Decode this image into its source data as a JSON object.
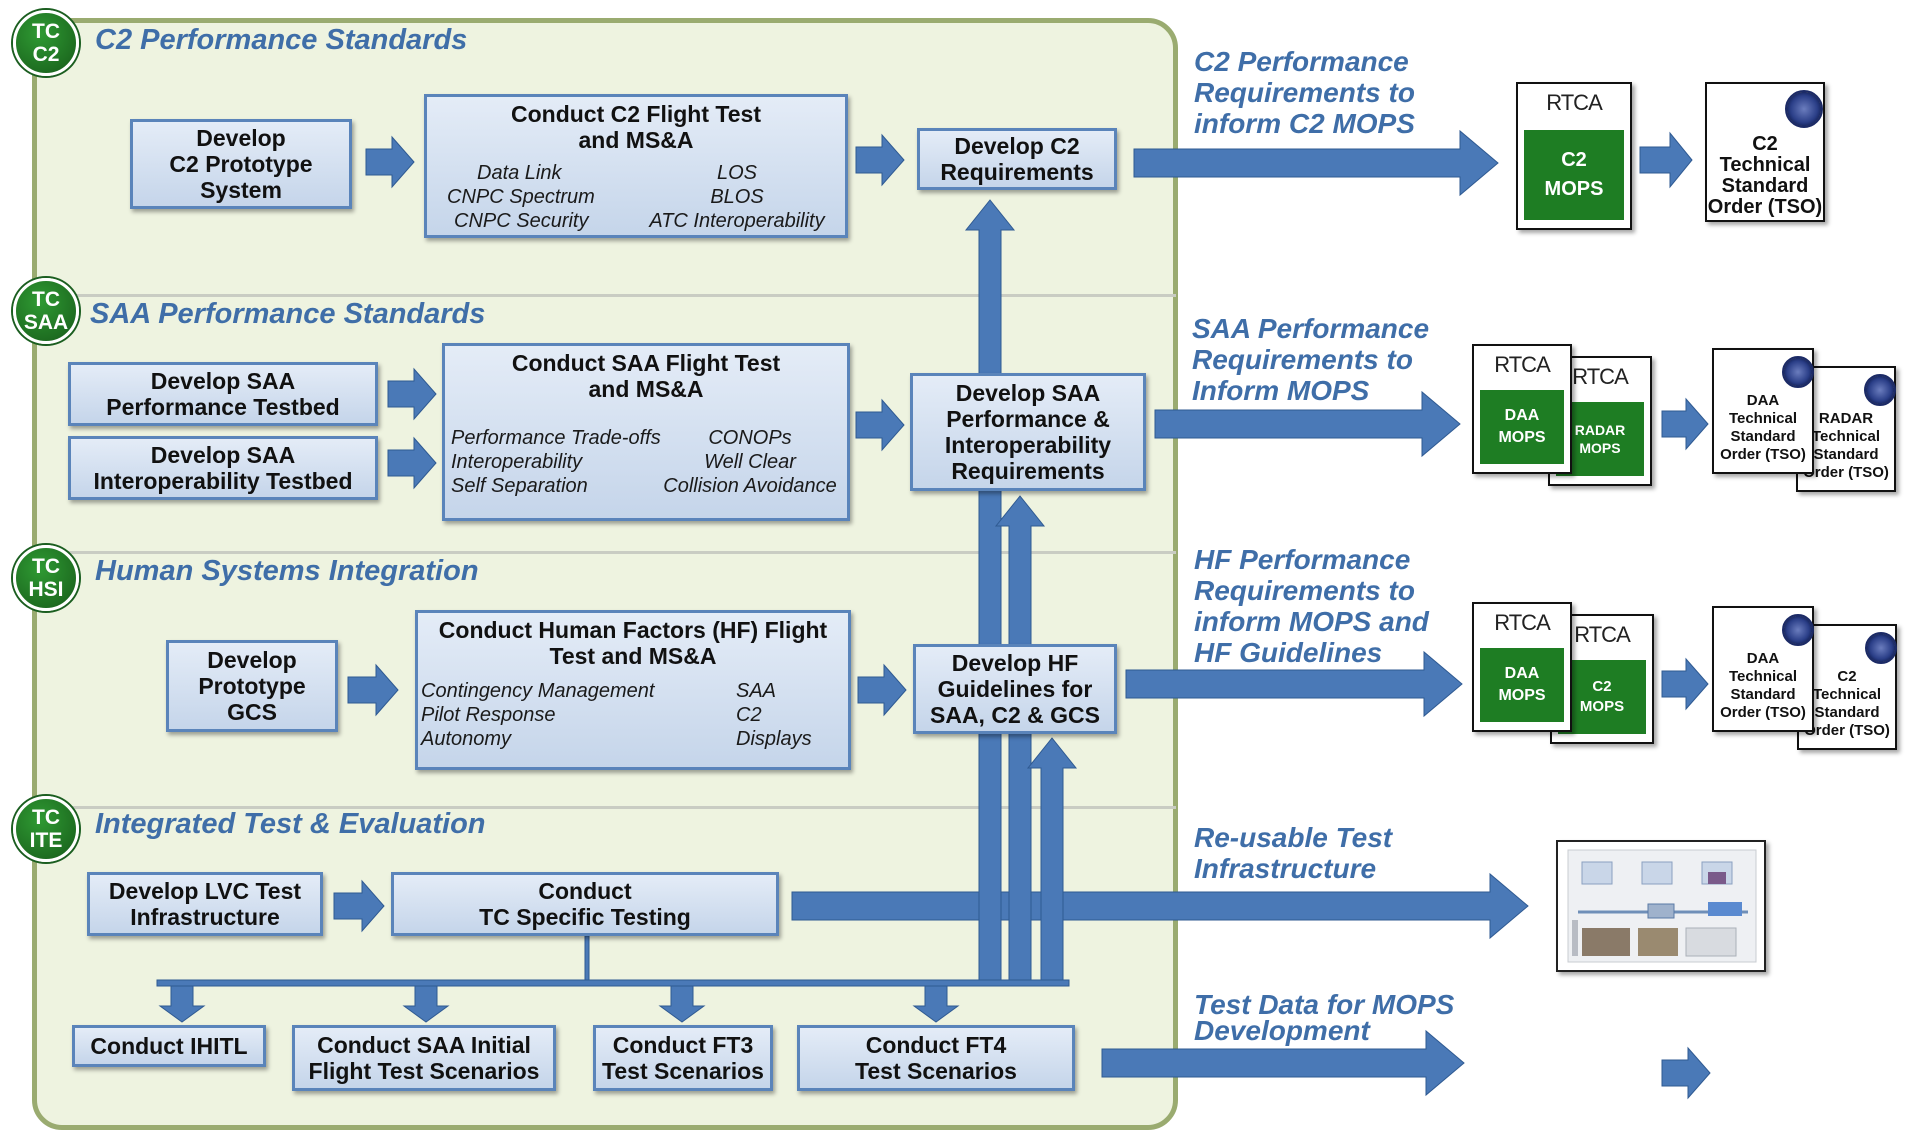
{
  "sections": {
    "c2": {
      "badge_line1": "TC",
      "badge_line2": "C2",
      "title": "C2 Performance Standards"
    },
    "saa": {
      "badge_line1": "TC",
      "badge_line2": "SAA",
      "title": "SAA Performance Standards"
    },
    "hsi": {
      "badge_line1": "TC",
      "badge_line2": "HSI",
      "title": "Human Systems Integration"
    },
    "ite": {
      "badge_line1": "TC",
      "badge_line2": "ITE",
      "title": "Integrated Test & Evaluation"
    }
  },
  "c2_boxes": {
    "prototype": {
      "line1": "Develop",
      "line2": "C2 Prototype",
      "line3": "System"
    },
    "flight_test": {
      "line1": "Conduct C2 Flight Test",
      "line2": "and MS&A",
      "items_left": [
        "Data Link",
        "CNPC Spectrum",
        "CNPC Security"
      ],
      "items_right": [
        "LOS",
        "BLOS",
        "ATC Interoperability"
      ]
    },
    "requirements": {
      "line1": "Develop C2",
      "line2": "Requirements"
    }
  },
  "saa_boxes": {
    "perf_testbed": {
      "line1": "Develop SAA",
      "line2": "Performance Testbed"
    },
    "interop_testbed": {
      "line1": "Develop SAA",
      "line2": "Interoperability Testbed"
    },
    "flight_test": {
      "line1": "Conduct SAA Flight Test",
      "line2": "and MS&A",
      "items_left": [
        "Performance Trade-offs",
        "Interoperability",
        "Self Separation"
      ],
      "items_right": [
        "CONOPs",
        "Well Clear",
        "Collision Avoidance"
      ]
    },
    "requirements": {
      "line1": "Develop SAA",
      "line2": "Performance &",
      "line3": "Interoperability",
      "line4": "Requirements"
    }
  },
  "hsi_boxes": {
    "gcs": {
      "line1": "Develop",
      "line2": "Prototype",
      "line3": "GCS"
    },
    "flight_test": {
      "line1": "Conduct Human Factors (HF) Flight",
      "line2": "Test and MS&A",
      "items_left": [
        "Contingency Management",
        "Pilot Response",
        "Autonomy"
      ],
      "items_right": [
        "SAA",
        "C2",
        "Displays"
      ]
    },
    "guidelines": {
      "line1": "Develop HF",
      "line2": "Guidelines for",
      "line3": "SAA, C2 & GCS"
    }
  },
  "ite_boxes": {
    "lvc": {
      "line1": "Develop LVC Test",
      "line2": "Infrastructure"
    },
    "tc_testing": {
      "line1": "Conduct",
      "line2": "TC Specific Testing"
    },
    "ihitl": {
      "line1": "Conduct IHITL"
    },
    "saa_initial": {
      "line1": "Conduct SAA Initial",
      "line2": "Flight Test Scenarios"
    },
    "ft3": {
      "line1": "Conduct FT3",
      "line2": "Test Scenarios"
    },
    "ft4": {
      "line1": "Conduct FT4",
      "line2": "Test Scenarios"
    }
  },
  "outputs": {
    "c2": {
      "line1": "C2 Performance",
      "line2": "Requirements to",
      "line3": "inform C2 MOPS"
    },
    "saa": {
      "line1": "SAA Performance",
      "line2": "Requirements to",
      "line3": "Inform MOPS"
    },
    "hf": {
      "line1": "HF Performance",
      "line2": "Requirements to",
      "line3": "inform MOPS and",
      "line4": "HF Guidelines"
    },
    "infra": {
      "line1": "Re-usable Test",
      "line2": "Infrastructure"
    },
    "data": {
      "line1": "Test Data for MOPS",
      "line2": "Development"
    }
  },
  "docs": {
    "rtca": "RTCA",
    "c2_mops": {
      "line1": "C2",
      "line2": "MOPS"
    },
    "daa_mops": {
      "line1": "DAA",
      "line2": "MOPS"
    },
    "radar_mops": {
      "line1": "RADAR",
      "line2": "MOPS"
    },
    "c2_small_mops": {
      "line1": "C2",
      "line2": "MOPS"
    },
    "c2_tso": {
      "line1": "C2",
      "line2": "Technical",
      "line3": "Standard",
      "line4": "Order (TSO)"
    },
    "daa_tso": {
      "line1": "DAA",
      "line2": "Technical",
      "line3": "Standard",
      "line4": "Order (TSO)"
    },
    "radar_tso": {
      "line1": "RADAR",
      "line2": "Technical",
      "line3": "Standard",
      "line4": "Order (TSO)"
    },
    "c2_small_tso": {
      "line1": "C2",
      "line2": "Technical",
      "line3": "Standard",
      "line4": "Order (TSO)"
    }
  },
  "colors": {
    "arrow": "#4a79b7",
    "panel": "#eef3e0",
    "green": "#1e7d23",
    "label_blue": "#3f6ea8"
  }
}
